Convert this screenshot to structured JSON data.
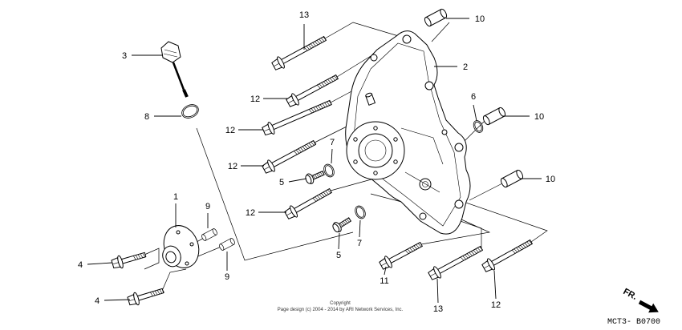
{
  "callouts": [
    "13",
    "10",
    "3",
    "2",
    "12",
    "6",
    "10",
    "8",
    "12",
    "7",
    "12",
    "5",
    "10",
    "1",
    "9",
    "12",
    "7",
    "4",
    "5",
    "9",
    "11",
    "4",
    "13",
    "12"
  ],
  "direction_label": "FR.",
  "diagram_code": "MCT3- B0700",
  "copyright": {
    "line1": "Copyright",
    "line2": "Page design (c) 2004 - 2014 by ARI Network Services, Inc."
  }
}
